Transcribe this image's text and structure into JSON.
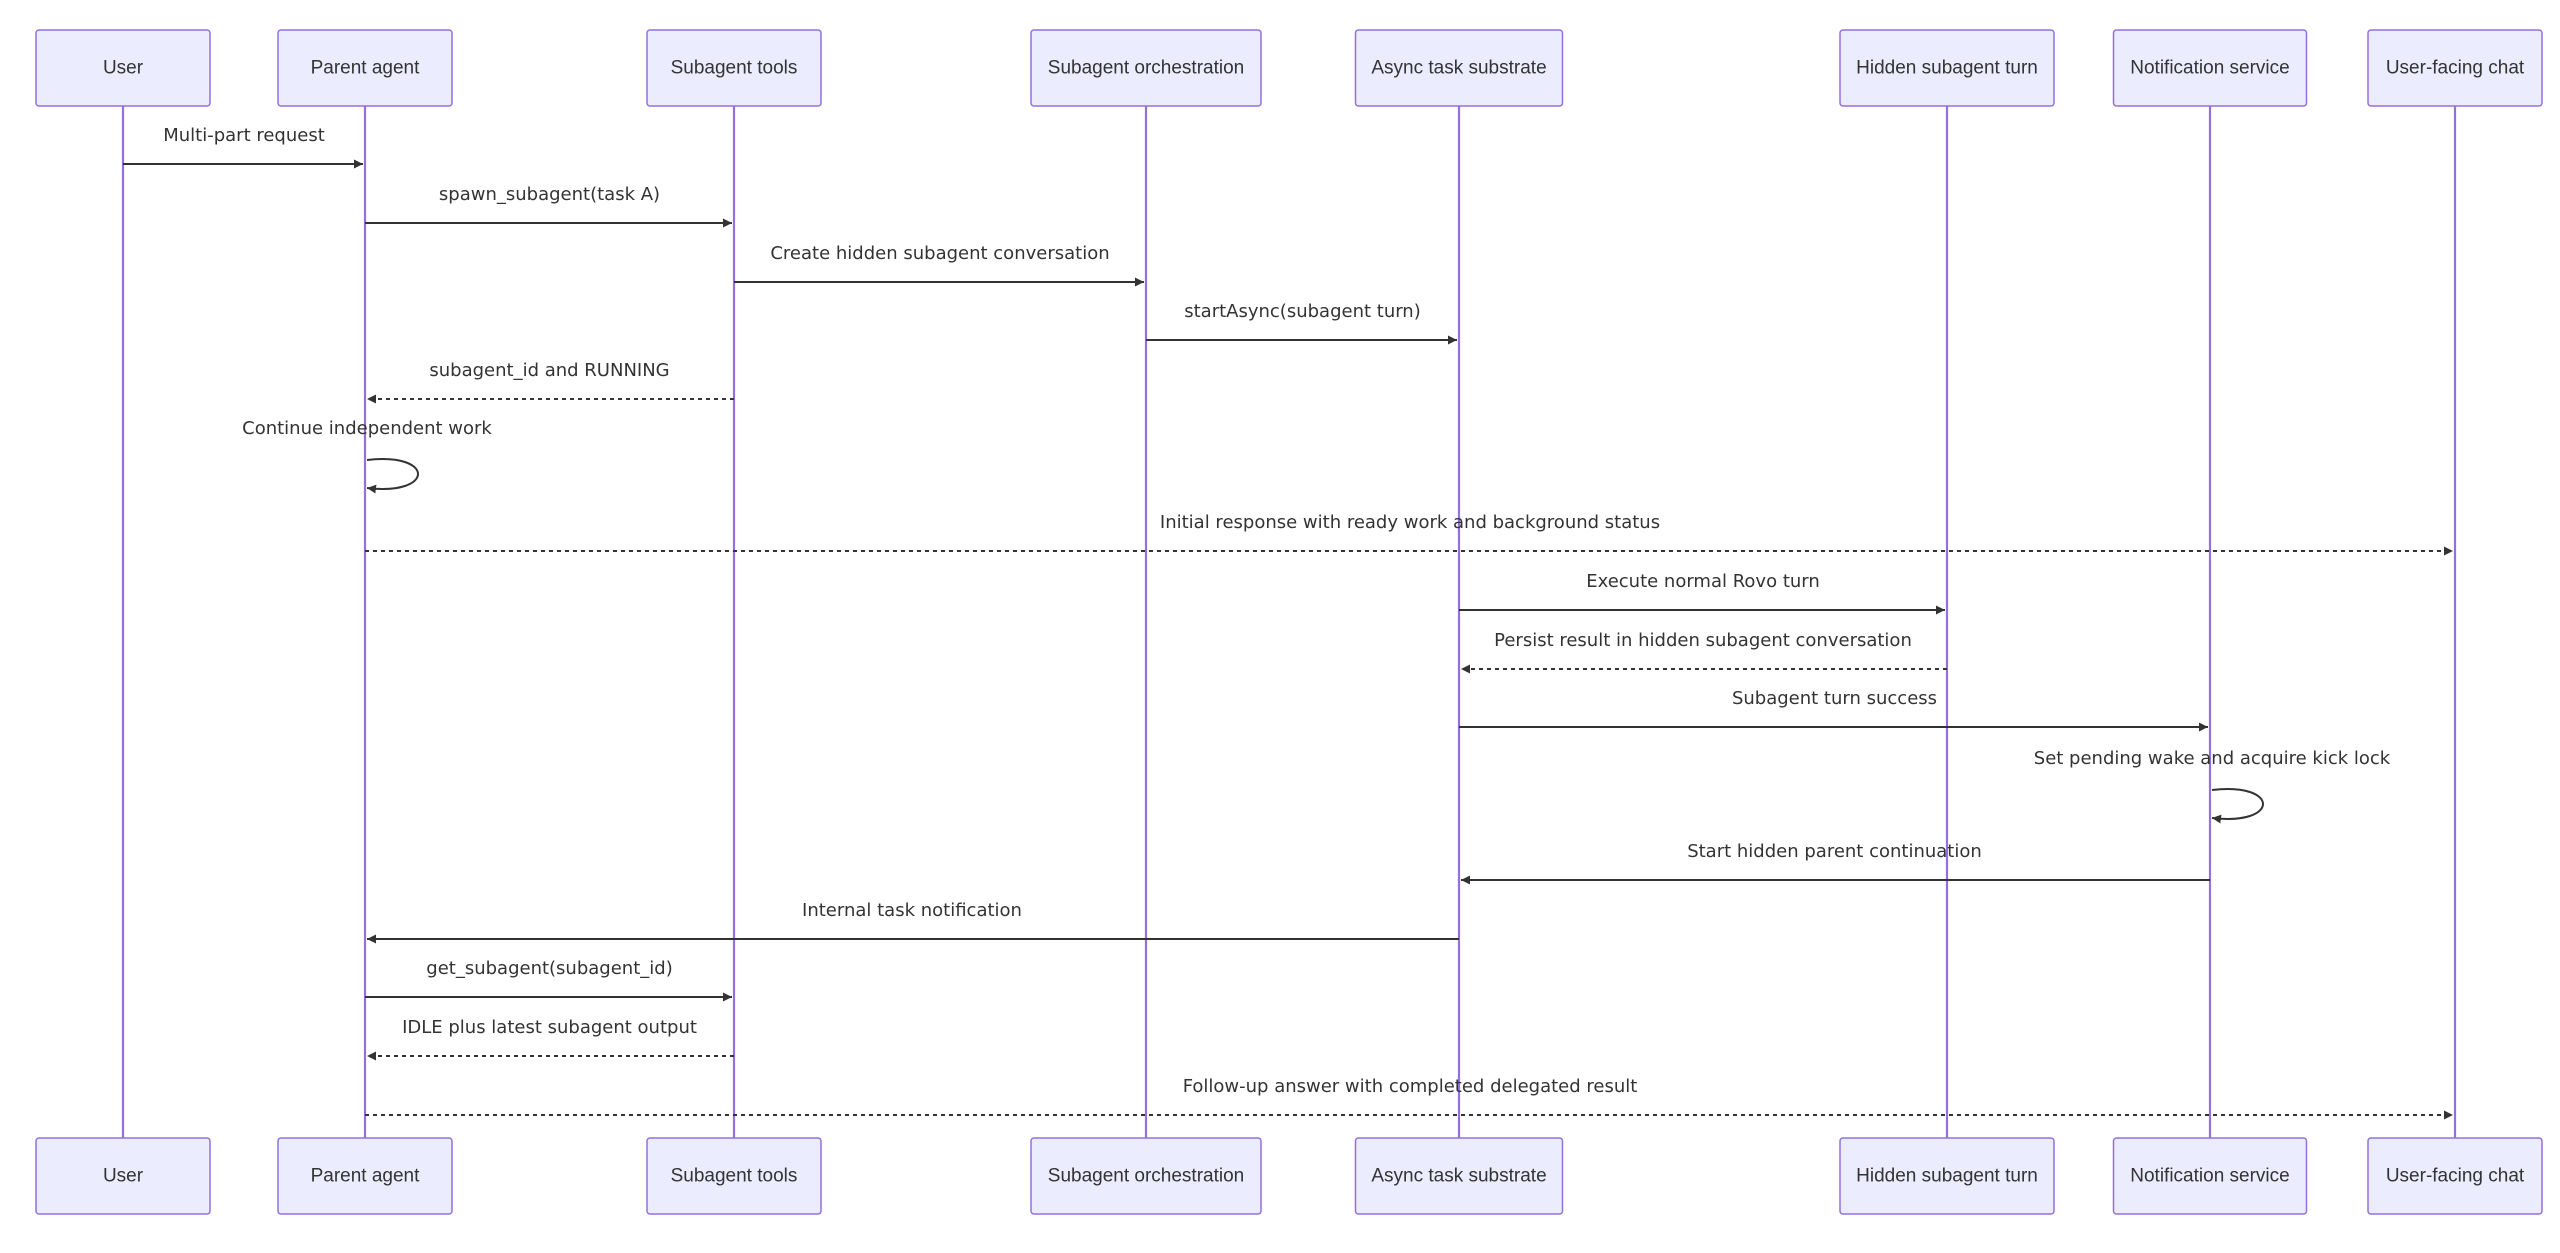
{
  "participants": [
    {
      "id": "user",
      "label": "User"
    },
    {
      "id": "parent",
      "label": "Parent agent"
    },
    {
      "id": "tools",
      "label": "Subagent tools"
    },
    {
      "id": "orch",
      "label": "Subagent orchestration"
    },
    {
      "id": "async",
      "label": "Async task substrate"
    },
    {
      "id": "hidden",
      "label": "Hidden subagent turn"
    },
    {
      "id": "notify",
      "label": "Notification service"
    },
    {
      "id": "chat",
      "label": "User-facing chat"
    }
  ],
  "messages": [
    {
      "from": "user",
      "to": "parent",
      "label": "Multi-part request",
      "style": "solid"
    },
    {
      "from": "parent",
      "to": "tools",
      "label": "spawn_subagent(task A)",
      "style": "solid"
    },
    {
      "from": "tools",
      "to": "orch",
      "label": "Create hidden subagent conversation",
      "style": "solid"
    },
    {
      "from": "orch",
      "to": "async",
      "label": "startAsync(subagent turn)",
      "style": "solid"
    },
    {
      "from": "tools",
      "to": "parent",
      "label": "subagent_id and RUNNING",
      "style": "dashed"
    },
    {
      "from": "parent",
      "to": "parent",
      "label": "Continue independent work",
      "style": "solid"
    },
    {
      "from": "parent",
      "to": "chat",
      "label": "Initial response with ready work and background status",
      "style": "dotted"
    },
    {
      "from": "async",
      "to": "hidden",
      "label": "Execute normal Rovo turn",
      "style": "solid"
    },
    {
      "from": "hidden",
      "to": "async",
      "label": "Persist result in hidden subagent conversation",
      "style": "dashed"
    },
    {
      "from": "async",
      "to": "notify",
      "label": "Subagent turn success",
      "style": "solid"
    },
    {
      "from": "notify",
      "to": "notify",
      "label": "Set pending wake and acquire kick lock",
      "style": "solid"
    },
    {
      "from": "notify",
      "to": "async",
      "label": "Start hidden parent continuation",
      "style": "solid"
    },
    {
      "from": "async",
      "to": "parent",
      "label": "Internal task notification",
      "style": "solid"
    },
    {
      "from": "parent",
      "to": "tools",
      "label": "get_subagent(subagent_id)",
      "style": "solid"
    },
    {
      "from": "tools",
      "to": "parent",
      "label": "IDLE plus latest subagent output",
      "style": "dashed"
    },
    {
      "from": "parent",
      "to": "chat",
      "label": "Follow-up answer with completed delegated result",
      "style": "dotted"
    }
  ]
}
